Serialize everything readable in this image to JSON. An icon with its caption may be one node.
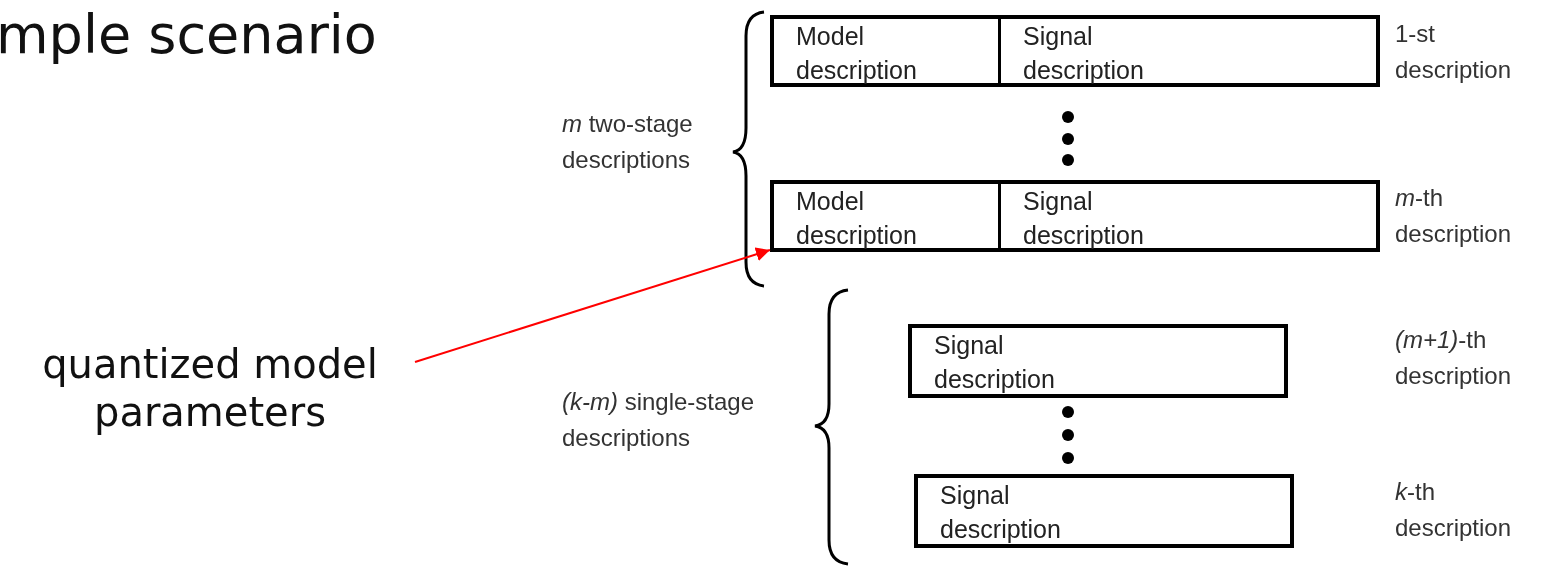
{
  "diagram": {
    "title": "mple scenario",
    "nodes": [
      {
        "text": [],
        "shape": "box",
        "beside": [
          "1-st description"
        ]
      },
      {
        "text": [
          "Model description"
        ],
        "in": 0
      },
      {
        "text": [
          "Signal description"
        ],
        "in": 0
      },
      {
        "text": [],
        "shape": "box",
        "beside": [
          "*m*-th description"
        ]
      },
      {
        "text": [
          "Model description"
        ],
        "in": 3
      },
      {
        "text": [
          "Signal description"
        ],
        "in": 3
      },
      {
        "text": [
          "Signal description"
        ]
      },
      {
        "text": [
          "Signal description"
        ]
      },
      {
        "text": [
          "quantized model parameters"
        ]
      }
    ],
    "edges": [
      {
        "from": 8,
        "to": 4,
        "arrow": "to",
        "color": "#ff0000"
      }
    ],
    "labels": [
      "*m* two-stage descriptions",
      "*(m+1)*-th description",
      "*(k-m)* single-stage descriptions",
      "*k*-th description"
    ]
  }
}
